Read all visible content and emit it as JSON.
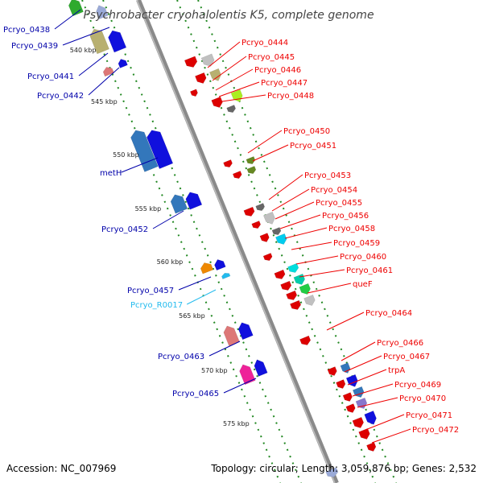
{
  "title": "Psychrobacter cryohalolentis K5, complete genome",
  "footer": {
    "accession": "Accession: NC_007969",
    "topology": "Topology: circular; Length: 3,059,876 bp; Genes: 2,532"
  },
  "colors": {
    "left_label": "#0000aa",
    "right_label": "#ee0000",
    "rna_label": "#22bbee",
    "backbone": "#888888",
    "dots": "#228822"
  },
  "kbp_ticks": [
    "540 kbp",
    "545 kbp",
    "550 kbp",
    "555 kbp",
    "560 kbp",
    "565 kbp",
    "570 kbp",
    "575 kbp"
  ],
  "left_labels": [
    "Pcryo_0438",
    "Pcryo_0439",
    "Pcryo_0441",
    "Pcryo_0442",
    "metH",
    "Pcryo_0452",
    "Pcryo_0457",
    "Pcryo_R0017",
    "Pcryo_0463",
    "Pcryo_0465"
  ],
  "right_labels": [
    "Pcryo_0444",
    "Pcryo_0445",
    "Pcryo_0446",
    "Pcryo_0447",
    "Pcryo_0448",
    "Pcryo_0450",
    "Pcryo_0451",
    "Pcryo_0453",
    "Pcryo_0454",
    "Pcryo_0455",
    "Pcryo_0456",
    "Pcryo_0458",
    "Pcryo_0459",
    "Pcryo_0460",
    "Pcryo_0461",
    "queF",
    "Pcryo_0464",
    "Pcryo_0466",
    "Pcryo_0467",
    "trpA",
    "Pcryo_0469",
    "Pcryo_0470",
    "Pcryo_0471",
    "Pcryo_0472"
  ]
}
